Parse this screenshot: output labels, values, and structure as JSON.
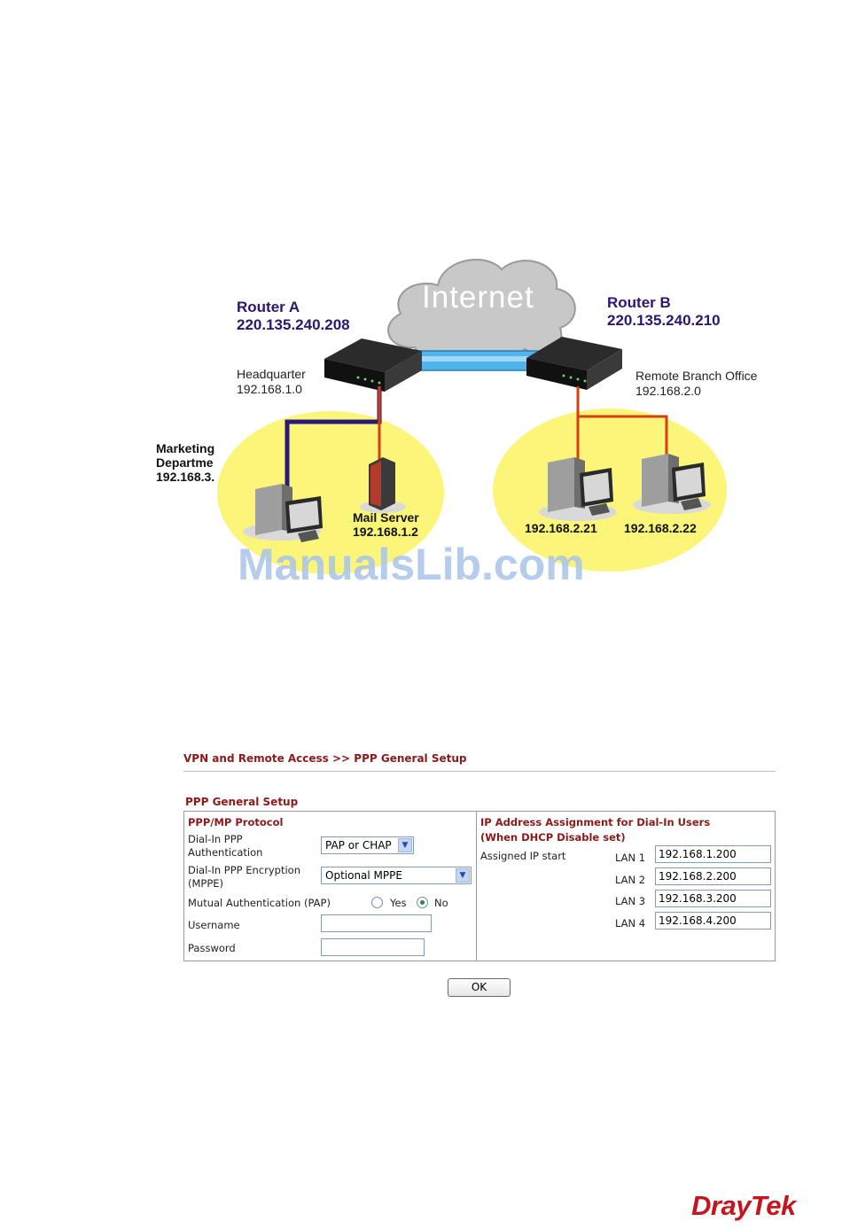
{
  "diagram": {
    "cloud_label": "Internet",
    "router_a": {
      "name": "Router A",
      "ip": "220.135.240.208"
    },
    "router_b": {
      "name": "Router B",
      "ip": "220.135.240.210"
    },
    "headquarter": {
      "name": "Headquarter",
      "subnet": "192.168.1.0"
    },
    "remote_branch": {
      "name": "Remote Branch Office",
      "subnet": "192.168.2.0"
    },
    "marketing": {
      "line1": "Marketing",
      "line2": "Departme",
      "line3": "192.168.3."
    },
    "mail_server": {
      "name": "Mail Server",
      "ip": "192.168.1.2"
    },
    "pc1_ip": "192.168.2.21",
    "pc2_ip": "192.168.2.22",
    "watermark": "ManualsLib.com",
    "colors": {
      "router_label": "#2e1670",
      "lan_ellipse": "#fbf57a",
      "tunnel": "#4fb4ec",
      "wire_dark": "#2a1a78",
      "wire_red": "#d64010"
    }
  },
  "panel": {
    "breadcrumb": "VPN and Remote Access >> PPP General Setup",
    "section_title": "PPP General Setup",
    "left": {
      "header": "PPP/MP Protocol",
      "auth_label_1": "Dial-In PPP",
      "auth_label_2": "Authentication",
      "auth_value": "PAP or CHAP",
      "enc_label_1": "Dial-In PPP Encryption",
      "enc_label_2": "(MPPE)",
      "enc_value": "Optional MPPE",
      "mutual_label": "Mutual Authentication (PAP)",
      "mutual_yes": "Yes",
      "mutual_no": "No",
      "mutual_selected": "No",
      "username_label": "Username",
      "username_value": "",
      "password_label": "Password",
      "password_value": ""
    },
    "right": {
      "header_1": "IP Address Assignment for Dial-In Users",
      "header_2": "(When DHCP Disable set)",
      "assigned_label": "Assigned IP start",
      "lans": [
        {
          "label": "LAN 1",
          "value": "192.168.1.200"
        },
        {
          "label": "LAN 2",
          "value": "192.168.2.200"
        },
        {
          "label": "LAN 3",
          "value": "192.168.3.200"
        },
        {
          "label": "LAN 4",
          "value": "192.168.4.200"
        }
      ]
    },
    "ok_label": "OK"
  },
  "logo": {
    "text": "DrayTek",
    "color": "#c4161c"
  }
}
